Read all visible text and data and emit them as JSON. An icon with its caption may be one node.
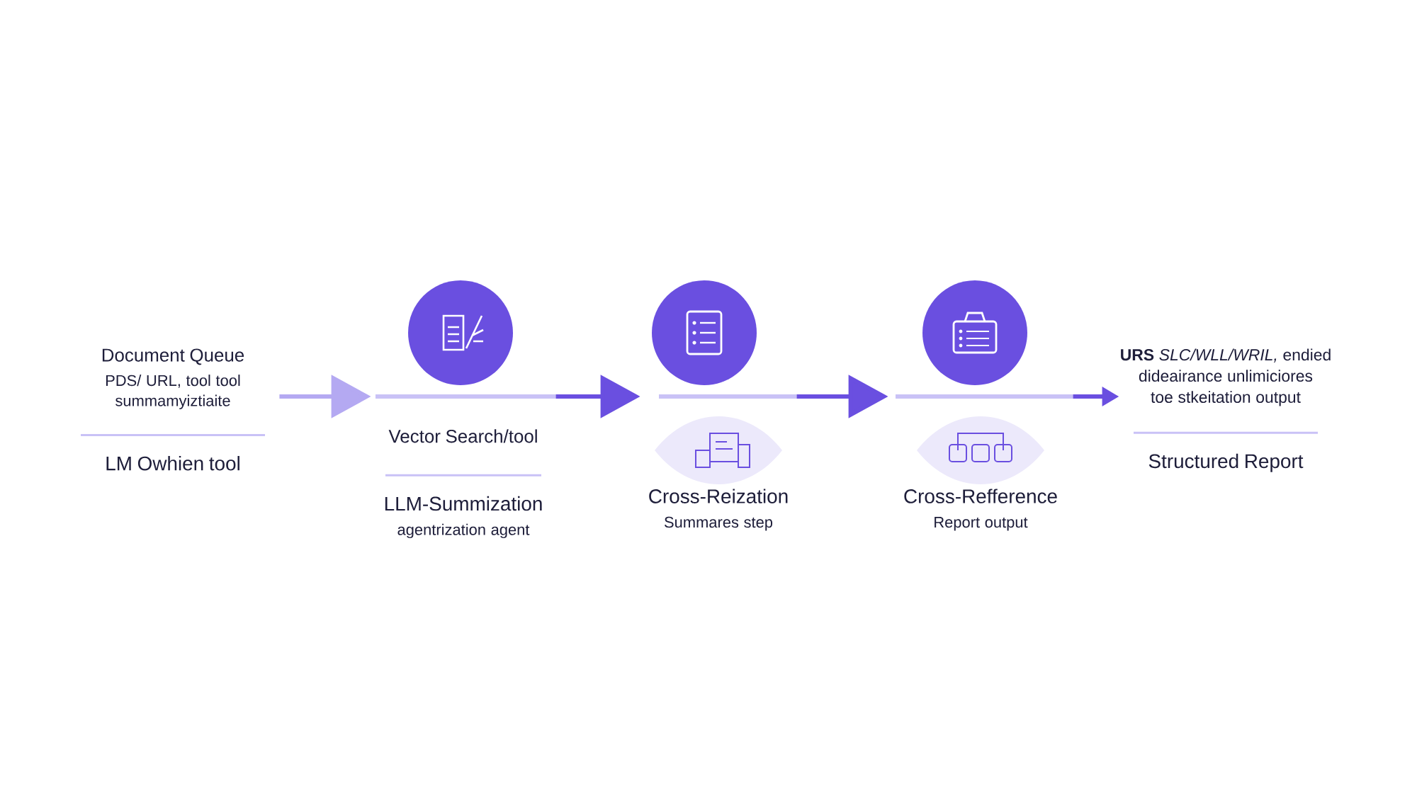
{
  "diagram": {
    "nodes": [
      {
        "text": [
          "Document Queue",
          "PDS/ URL, tool tool summamyiztiaite",
          "LM Owhien tool"
        ]
      },
      {
        "text": [
          "Vector Search/tool",
          "LLM-Summization",
          "agentrization agent"
        ]
      },
      {
        "text": [
          "Cross-Reization",
          "Summares step"
        ]
      },
      {
        "text": [
          "Cross-Refference",
          "Report output"
        ]
      },
      {
        "text": [
          "**URS** *SLC/WLL/WRIL,* endied dideairance unlimiciores toe stkeitation output",
          "Structured Report"
        ]
      }
    ],
    "edges": [
      {
        "from": 0,
        "to": 1,
        "arrow": "to",
        "color": "#b4a9f2"
      },
      {
        "from": 1,
        "to": 2,
        "arrow": "to"
      },
      {
        "from": 2,
        "to": 3,
        "arrow": "to"
      },
      {
        "from": 3,
        "to": 4,
        "arrow": "to"
      }
    ]
  }
}
